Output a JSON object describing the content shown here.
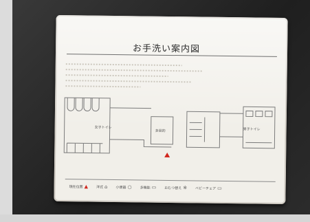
{
  "sign": {
    "title": "お手洗い案内図",
    "room_labels": {
      "womens": "女子トイレ",
      "multipurpose": "多目的",
      "mens": "男子トイレ"
    },
    "legend": [
      {
        "symbol": "▲",
        "label": "現在位置",
        "color": "#d1261d"
      },
      {
        "symbol": "⌂",
        "label": "洋式",
        "color": "#555555"
      },
      {
        "symbol": "○",
        "label": "小便器",
        "color": "#555555"
      },
      {
        "symbol": "▭",
        "label": "多機能",
        "color": "#555555"
      },
      {
        "symbol": "※",
        "label": "おむつ替え",
        "color": "#555555"
      },
      {
        "symbol": "▭",
        "label": "ベビーチェア",
        "color": "#555555"
      }
    ],
    "you_are_here_color": "#d1261d"
  }
}
